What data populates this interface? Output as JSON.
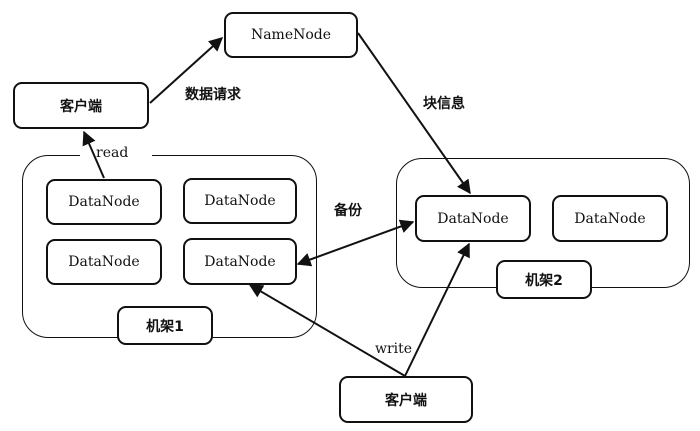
{
  "nodes": {
    "namenode": "NameNode",
    "client_top": "客户端",
    "client_bottom": "客户端",
    "rack1_datanodes": [
      "DataNode",
      "DataNode",
      "DataNode",
      "DataNode"
    ],
    "rack2_datanodes": [
      "DataNode",
      "DataNode"
    ]
  },
  "racks": {
    "rack1": "机架1",
    "rack2": "机架2"
  },
  "edge_labels": {
    "data_request": "数据请求",
    "block_info": "块信息",
    "read": "read",
    "backup": "备份",
    "write": "write"
  }
}
